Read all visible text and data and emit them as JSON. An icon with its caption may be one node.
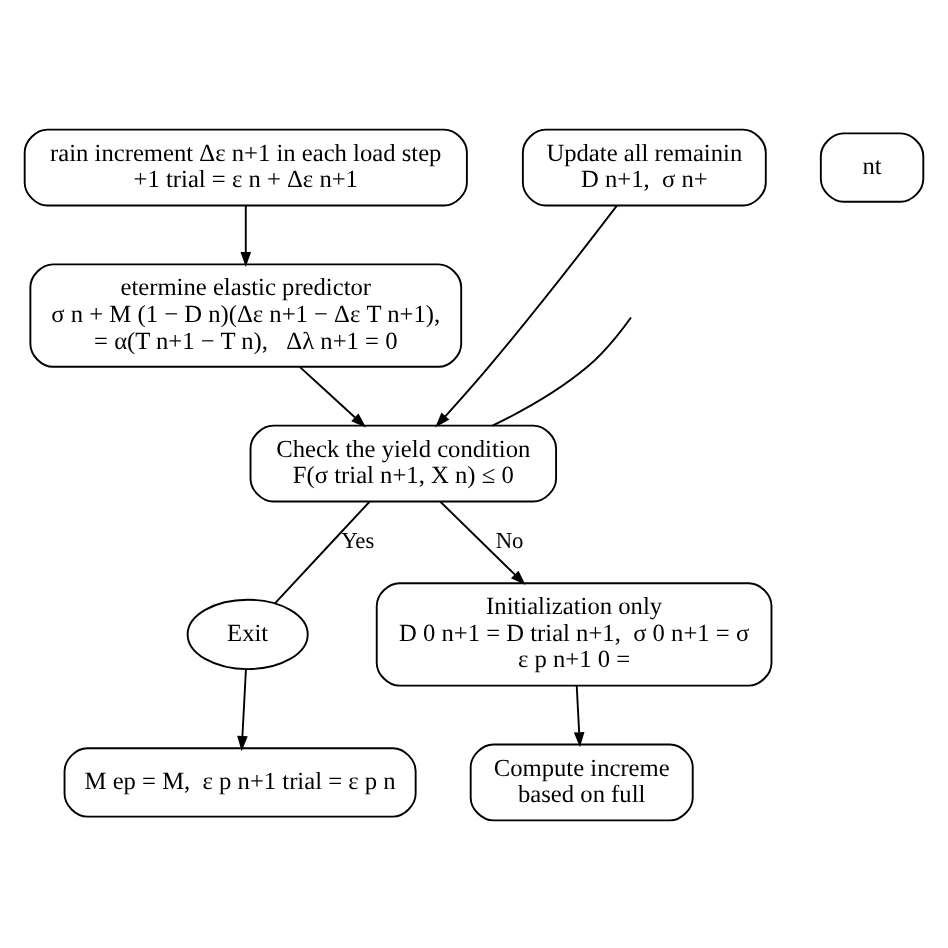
{
  "diagram": {
    "nodes": [
      {
        "text": [
          "rain increment Δε n+1 in each load step",
          "+1 trial = ε n + Δε n+1"
        ]
      },
      {
        "text": [
          "etermine elastic predictor",
          "σ n + M (1 − D n)(Δε n+1 − Δε T n+1),",
          "= α(T n+1 − T n),   Δλ n+1 = 0"
        ]
      },
      {
        "text": [
          "Check the yield condition",
          "F(σ trial n+1, X n) ≤ 0"
        ]
      },
      {
        "text": [
          "Exit"
        ]
      },
      {
        "text": [
          "M ep = M,  ε p n+1 trial = ε p n"
        ]
      },
      {
        "text": [
          "Initialization only",
          "D 0 n+1 = D trial n+1,  σ 0 n+1 = σ",
          "ε p n+1 0 ="
        ]
      },
      {
        "text": [
          "Compute increme",
          "based on full"
        ]
      },
      {
        "text": [
          "Update all remainin",
          "D n+1,  σ n+"
        ]
      },
      {
        "text": [
          "nt"
        ]
      }
    ],
    "edges": [
      {
        "from": 0,
        "to": 1,
        "arrow": "to"
      },
      {
        "from": 1,
        "to": 2,
        "arrow": "to"
      },
      {
        "from": 2,
        "to": 3,
        "arrow": "none",
        "label": "Yes"
      },
      {
        "from": 3,
        "to": 4,
        "arrow": "to"
      },
      {
        "from": 2,
        "to": 5,
        "arrow": "to",
        "label": "No"
      },
      {
        "from": 5,
        "to": 6,
        "arrow": "to"
      },
      {
        "from": 7,
        "to": 2,
        "arrow": "to"
      },
      {
        "from": null,
        "to": 2,
        "arrow": "none"
      }
    ]
  }
}
